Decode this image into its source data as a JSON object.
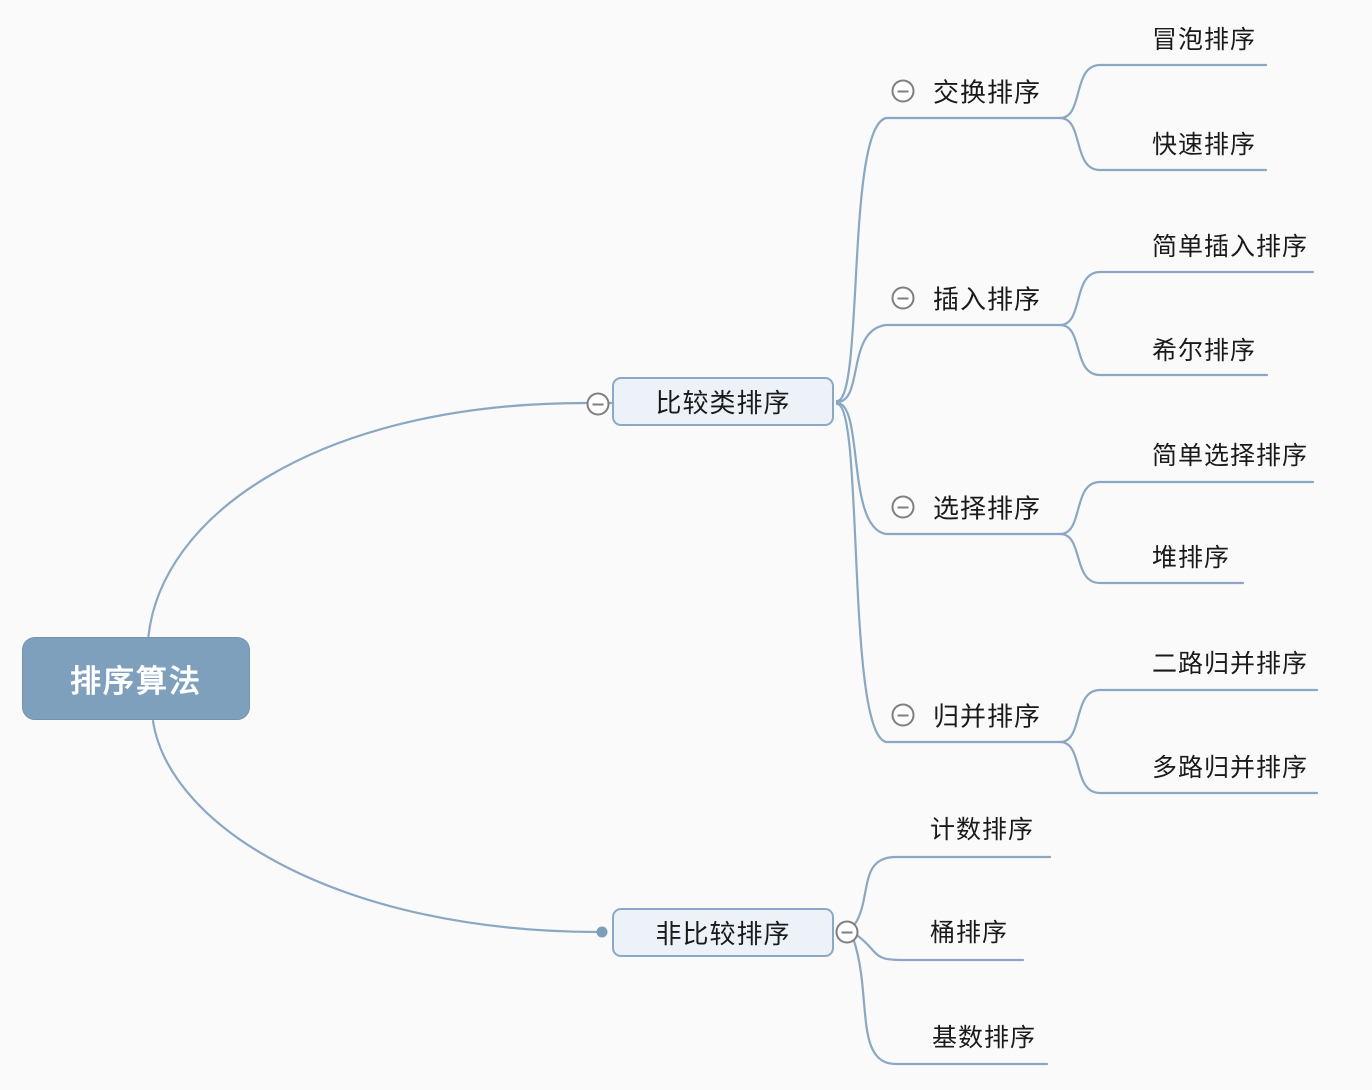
{
  "mindmap": {
    "root": {
      "label": "排序算法"
    },
    "branches": [
      {
        "label": "比较类排序",
        "children": [
          {
            "label": "交换排序",
            "children": [
              {
                "label": "冒泡排序"
              },
              {
                "label": "快速排序"
              }
            ]
          },
          {
            "label": "插入排序",
            "children": [
              {
                "label": "简单插入排序"
              },
              {
                "label": "希尔排序"
              }
            ]
          },
          {
            "label": "选择排序",
            "children": [
              {
                "label": "简单选择排序"
              },
              {
                "label": "堆排序"
              }
            ]
          },
          {
            "label": "归并排序",
            "children": [
              {
                "label": "二路归并排序"
              },
              {
                "label": "多路归并排序"
              }
            ]
          }
        ]
      },
      {
        "label": "非比较排序",
        "children": [
          {
            "label": "计数排序"
          },
          {
            "label": "桶排序"
          },
          {
            "label": "基数排序"
          }
        ]
      }
    ]
  },
  "icons": {
    "collapse": "minus-circle-icon",
    "connection": "connection-dot-icon"
  },
  "colors": {
    "background": "#FAFAFA",
    "edge": "#8AA7C4",
    "root_fill": "#7FA0BC",
    "root_text": "#FFFFFF",
    "box_fill": "#EDF2F8",
    "box_border": "#8BA9C6",
    "collapse_icon": "#7F7F7F",
    "text": "#1A1A1A"
  }
}
